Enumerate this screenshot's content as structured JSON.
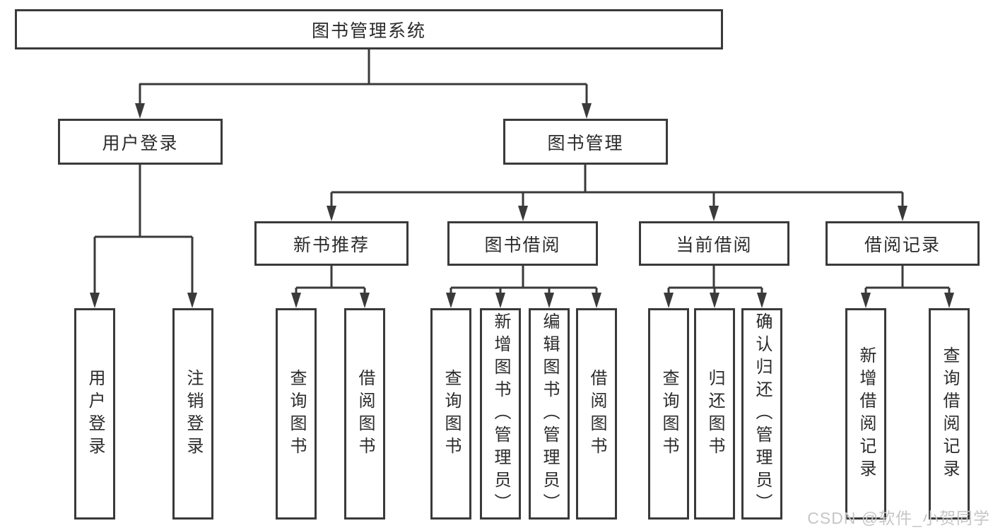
{
  "diagram": {
    "root": {
      "label": "图书管理系统"
    },
    "level2": [
      {
        "label": "用户登录"
      },
      {
        "label": "图书管理"
      }
    ],
    "level3": [
      {
        "label": "新书推荐"
      },
      {
        "label": "图书借阅"
      },
      {
        "label": "当前借阅"
      },
      {
        "label": "借阅记录"
      }
    ],
    "leaves": [
      {
        "label": "用户登录",
        "parent": "用户登录"
      },
      {
        "label": "注销登录",
        "parent": "用户登录"
      },
      {
        "label": "查询图书",
        "parent": "新书推荐"
      },
      {
        "label": "借阅图书",
        "parent": "新书推荐"
      },
      {
        "label": "查询图书",
        "parent": "图书借阅"
      },
      {
        "label": "新增图书（管理员）",
        "parent": "图书借阅"
      },
      {
        "label": "编辑图书（管理员）",
        "parent": "图书借阅"
      },
      {
        "label": "借阅图书",
        "parent": "图书借阅"
      },
      {
        "label": "查询图书",
        "parent": "当前借阅"
      },
      {
        "label": "归还图书",
        "parent": "当前借阅"
      },
      {
        "label": "确认归还（管理员）",
        "parent": "当前借阅"
      },
      {
        "label": "新增借阅记录",
        "parent": "借阅记录"
      },
      {
        "label": "查询借阅记录",
        "parent": "借阅记录"
      }
    ],
    "watermark": "CSDN @软件_小贺同学",
    "colors": {
      "line": "#3a3a3a",
      "border": "#3a3a3a",
      "text": "#2b2b2b",
      "watermark": "#c6c6c6",
      "background": "#ffffff"
    }
  }
}
